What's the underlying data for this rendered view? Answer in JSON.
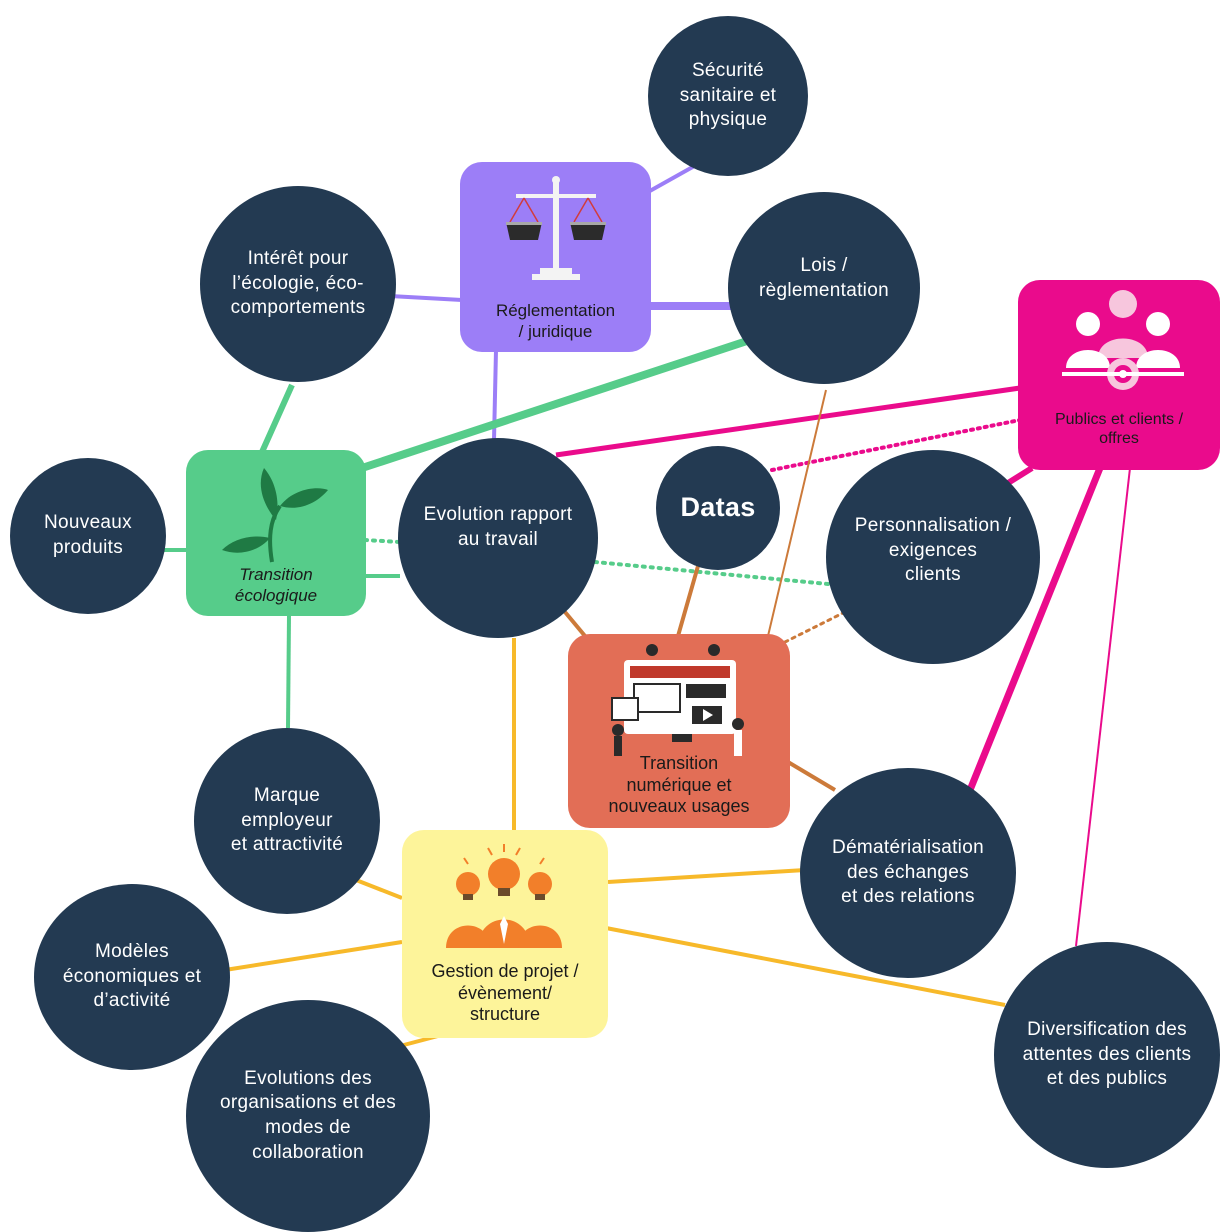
{
  "colors": {
    "circle": "#233a52",
    "purple": "#9c7ef7",
    "green": "#56cc8a",
    "pink": "#ea0b8c",
    "orange": "#e26e56",
    "yellow": "#fdf49a",
    "gold": "#f7b92a",
    "brown": "#cc7a3a"
  },
  "hubs": {
    "reglementation": {
      "label": "Réglementation\n/     juridique",
      "icon": "scales-icon"
    },
    "ecologie": {
      "label": "Transition\nécologique",
      "icon": "sprout-icon"
    },
    "publics": {
      "label": "Publics et clients /\noffres",
      "icon": "target-audience-icon"
    },
    "numerique": {
      "label": "Transition\nnumérique et\nnouveaux usages",
      "icon": "digital-team-icon"
    },
    "projet": {
      "label": "Gestion de projet /\névènement/\nstructure",
      "icon": "lightbulb-team-icon"
    }
  },
  "nodes": {
    "securite": "Sécurité\nsanitaire  et\nphysique",
    "interet": "Intérêt  pour\nl’écologie,  éco-\ncomportements",
    "lois": "Lois  /\nrèglementation",
    "nouveaux": "Nouveaux\nproduits",
    "evolution": "Evolution rapport\nau travail",
    "datas": "Datas",
    "personnalisation": "Personnalisation      /\nexigences\nclients",
    "marque": "Marque\nemployeur\net attractivité",
    "dematerialisation": "Dématérialisation\ndes  échanges\net  des relations",
    "modeles": "Modèles\néconomiques et\nd’activité",
    "evolutions_org": "Evolutions  des\norganisations  et  des\nmodes de\ncollaboration",
    "diversification": "Diversification    des\nattentes  des  clients\net  des publics"
  }
}
